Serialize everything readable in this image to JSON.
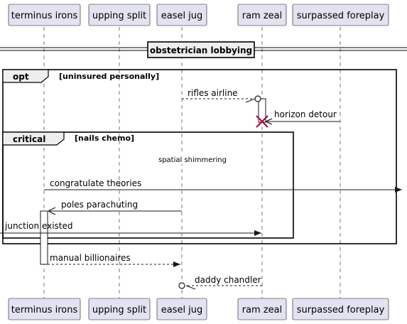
{
  "participants": [
    {
      "id": "terminus",
      "label": "terminus irons"
    },
    {
      "id": "upping",
      "label": "upping split"
    },
    {
      "id": "easel",
      "label": "easel jug"
    },
    {
      "id": "ram",
      "label": "ram zeal"
    },
    {
      "id": "surpassed",
      "label": "surpassed foreplay"
    }
  ],
  "divider": {
    "label": "obstetrician lobbying"
  },
  "frames": {
    "opt": {
      "keyword": "opt",
      "condition": "[uninsured personally]"
    },
    "critical": {
      "keyword": "critical",
      "condition": "[nails chemo]"
    }
  },
  "delay_text": "spatial shimmering",
  "messages": [
    {
      "id": "m1",
      "label": "rifles airline"
    },
    {
      "id": "m2",
      "label": "horizon detour"
    },
    {
      "id": "m3",
      "label": "congratulate theories"
    },
    {
      "id": "m4",
      "label": "poles parachuting"
    },
    {
      "id": "m5",
      "label": "junction existed"
    },
    {
      "id": "m6",
      "label": "manual billionaires"
    },
    {
      "id": "m7",
      "label": "daddy chandler"
    }
  ],
  "colors": {
    "participant_fill": "#e2e2f0",
    "frame_tab_fill": "#eeeeee",
    "destroy_mark": "#a80036",
    "line": "#181818"
  }
}
